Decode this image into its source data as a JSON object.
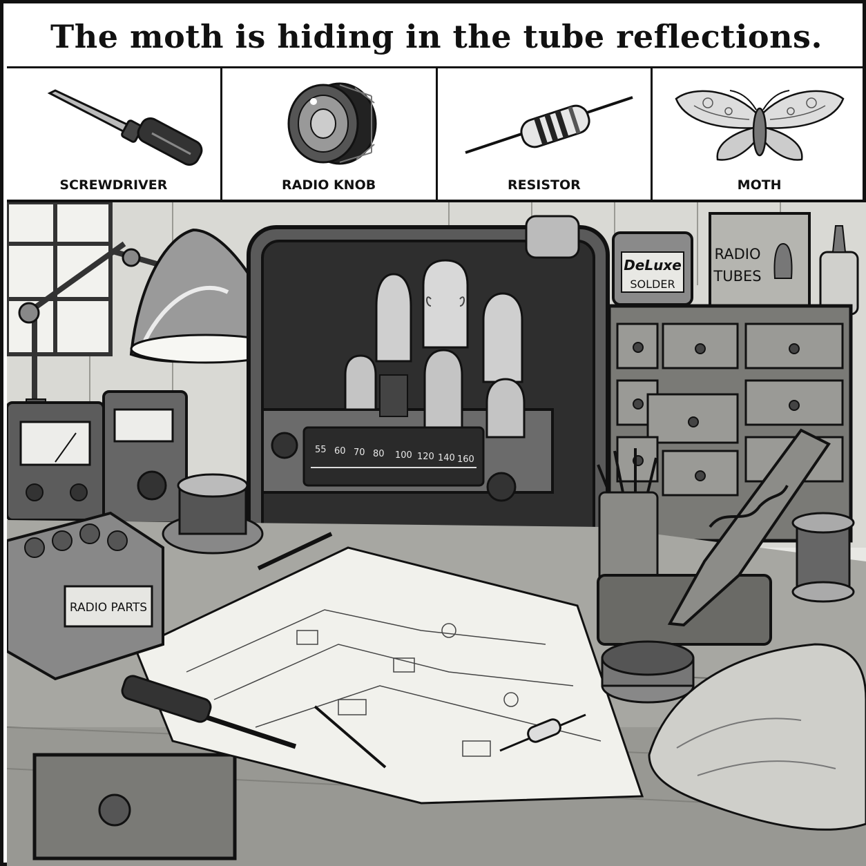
{
  "title": "The moth is hiding in the tube reflections.",
  "targets": [
    {
      "label": "SCREWDRIVER",
      "icon": "screwdriver-icon"
    },
    {
      "label": "RADIO KNOB",
      "icon": "radio-knob-icon"
    },
    {
      "label": "RESISTOR",
      "icon": "resistor-icon"
    },
    {
      "label": "MOTH",
      "icon": "moth-icon"
    }
  ],
  "scene": {
    "solder_can": {
      "line1": "DeLuxe",
      "line2": "SOLDER"
    },
    "tube_box": {
      "line1": "RADIO",
      "line2": "TUBES"
    },
    "parts_box": "RADIO PARTS",
    "dial_scale": [
      "55",
      "60",
      "70",
      "80",
      "100",
      "120",
      "140",
      "160"
    ]
  }
}
